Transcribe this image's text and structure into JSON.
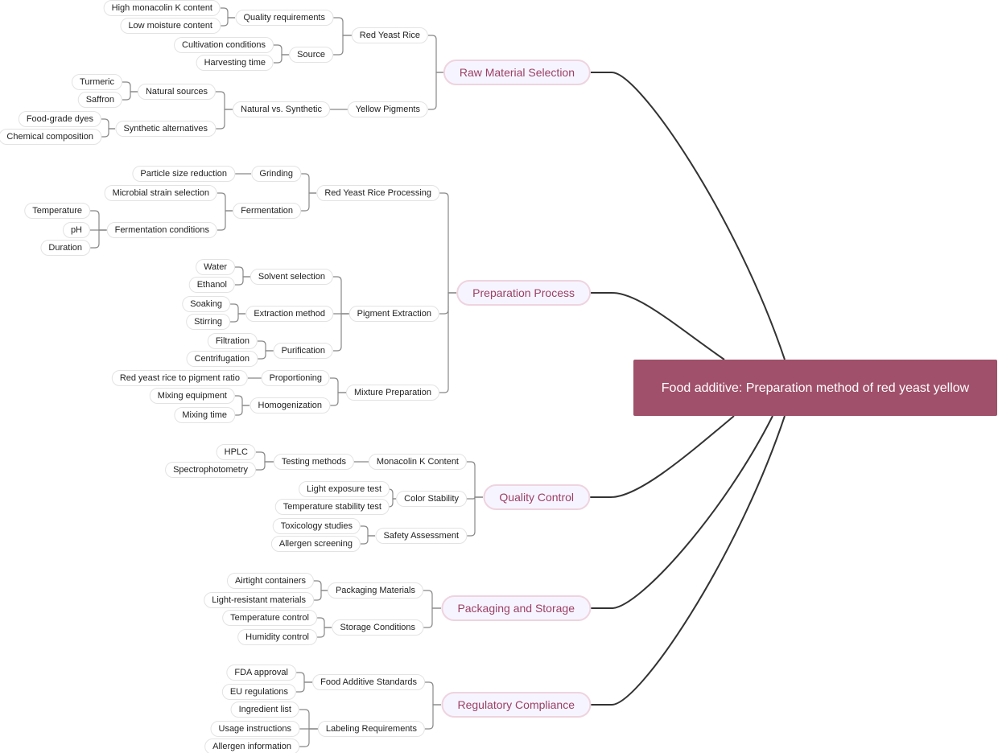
{
  "root": {
    "label": "Food additive: Preparation method of red yeast yellow"
  },
  "colors": {
    "root_bg": "#a0506a",
    "branch_text": "#9c3f66",
    "branch_bg": "#f6f5ff",
    "branch_border": "#efd3de",
    "link": "#333333",
    "sublink": "#888888"
  },
  "branches": [
    {
      "label": "Raw Material Selection",
      "children": [
        {
          "label": "Red Yeast Rice",
          "children": [
            {
              "label": "Quality requirements",
              "children": [
                {
                  "label": "High monacolin K content"
                },
                {
                  "label": "Low moisture content"
                }
              ]
            },
            {
              "label": "Source",
              "children": [
                {
                  "label": "Cultivation conditions"
                },
                {
                  "label": "Harvesting time"
                }
              ]
            }
          ]
        },
        {
          "label": "Yellow Pigments",
          "children": [
            {
              "label": "Natural vs. Synthetic",
              "children": [
                {
                  "label": "Natural sources",
                  "children": [
                    {
                      "label": "Turmeric"
                    },
                    {
                      "label": "Saffron"
                    }
                  ]
                },
                {
                  "label": "Synthetic alternatives",
                  "children": [
                    {
                      "label": "Food-grade dyes"
                    },
                    {
                      "label": "Chemical composition"
                    }
                  ]
                }
              ]
            }
          ]
        }
      ]
    },
    {
      "label": "Preparation Process",
      "children": [
        {
          "label": "Red Yeast Rice Processing",
          "children": [
            {
              "label": "Grinding",
              "children": [
                {
                  "label": "Particle size reduction"
                }
              ]
            },
            {
              "label": "Fermentation",
              "children": [
                {
                  "label": "Microbial strain selection"
                },
                {
                  "label": "Fermentation conditions",
                  "children": [
                    {
                      "label": "Temperature"
                    },
                    {
                      "label": "pH"
                    },
                    {
                      "label": "Duration"
                    }
                  ]
                }
              ]
            }
          ]
        },
        {
          "label": "Pigment Extraction",
          "children": [
            {
              "label": "Solvent selection",
              "children": [
                {
                  "label": "Water"
                },
                {
                  "label": "Ethanol"
                }
              ]
            },
            {
              "label": "Extraction method",
              "children": [
                {
                  "label": "Soaking"
                },
                {
                  "label": "Stirring"
                }
              ]
            },
            {
              "label": "Purification",
              "children": [
                {
                  "label": "Filtration"
                },
                {
                  "label": "Centrifugation"
                }
              ]
            }
          ]
        },
        {
          "label": "Mixture Preparation",
          "children": [
            {
              "label": "Proportioning",
              "children": [
                {
                  "label": "Red yeast rice to pigment ratio"
                }
              ]
            },
            {
              "label": "Homogenization",
              "children": [
                {
                  "label": "Mixing equipment"
                },
                {
                  "label": "Mixing time"
                }
              ]
            }
          ]
        }
      ]
    },
    {
      "label": "Quality Control",
      "children": [
        {
          "label": "Monacolin K Content",
          "children": [
            {
              "label": "Testing methods",
              "children": [
                {
                  "label": "HPLC"
                },
                {
                  "label": "Spectrophotometry"
                }
              ]
            }
          ]
        },
        {
          "label": "Color Stability",
          "children": [
            {
              "label": "Light exposure test"
            },
            {
              "label": "Temperature stability test"
            }
          ]
        },
        {
          "label": "Safety Assessment",
          "children": [
            {
              "label": "Toxicology studies"
            },
            {
              "label": "Allergen screening"
            }
          ]
        }
      ]
    },
    {
      "label": "Packaging and Storage",
      "children": [
        {
          "label": "Packaging Materials",
          "children": [
            {
              "label": "Airtight containers"
            },
            {
              "label": "Light-resistant materials"
            }
          ]
        },
        {
          "label": "Storage Conditions",
          "children": [
            {
              "label": "Temperature control"
            },
            {
              "label": "Humidity control"
            }
          ]
        }
      ]
    },
    {
      "label": "Regulatory Compliance",
      "children": [
        {
          "label": "Food Additive Standards",
          "children": [
            {
              "label": "FDA approval"
            },
            {
              "label": "EU regulations"
            }
          ]
        },
        {
          "label": "Labeling Requirements",
          "children": [
            {
              "label": "Ingredient list"
            },
            {
              "label": "Usage instructions"
            },
            {
              "label": "Allergen information"
            }
          ]
        }
      ]
    }
  ]
}
